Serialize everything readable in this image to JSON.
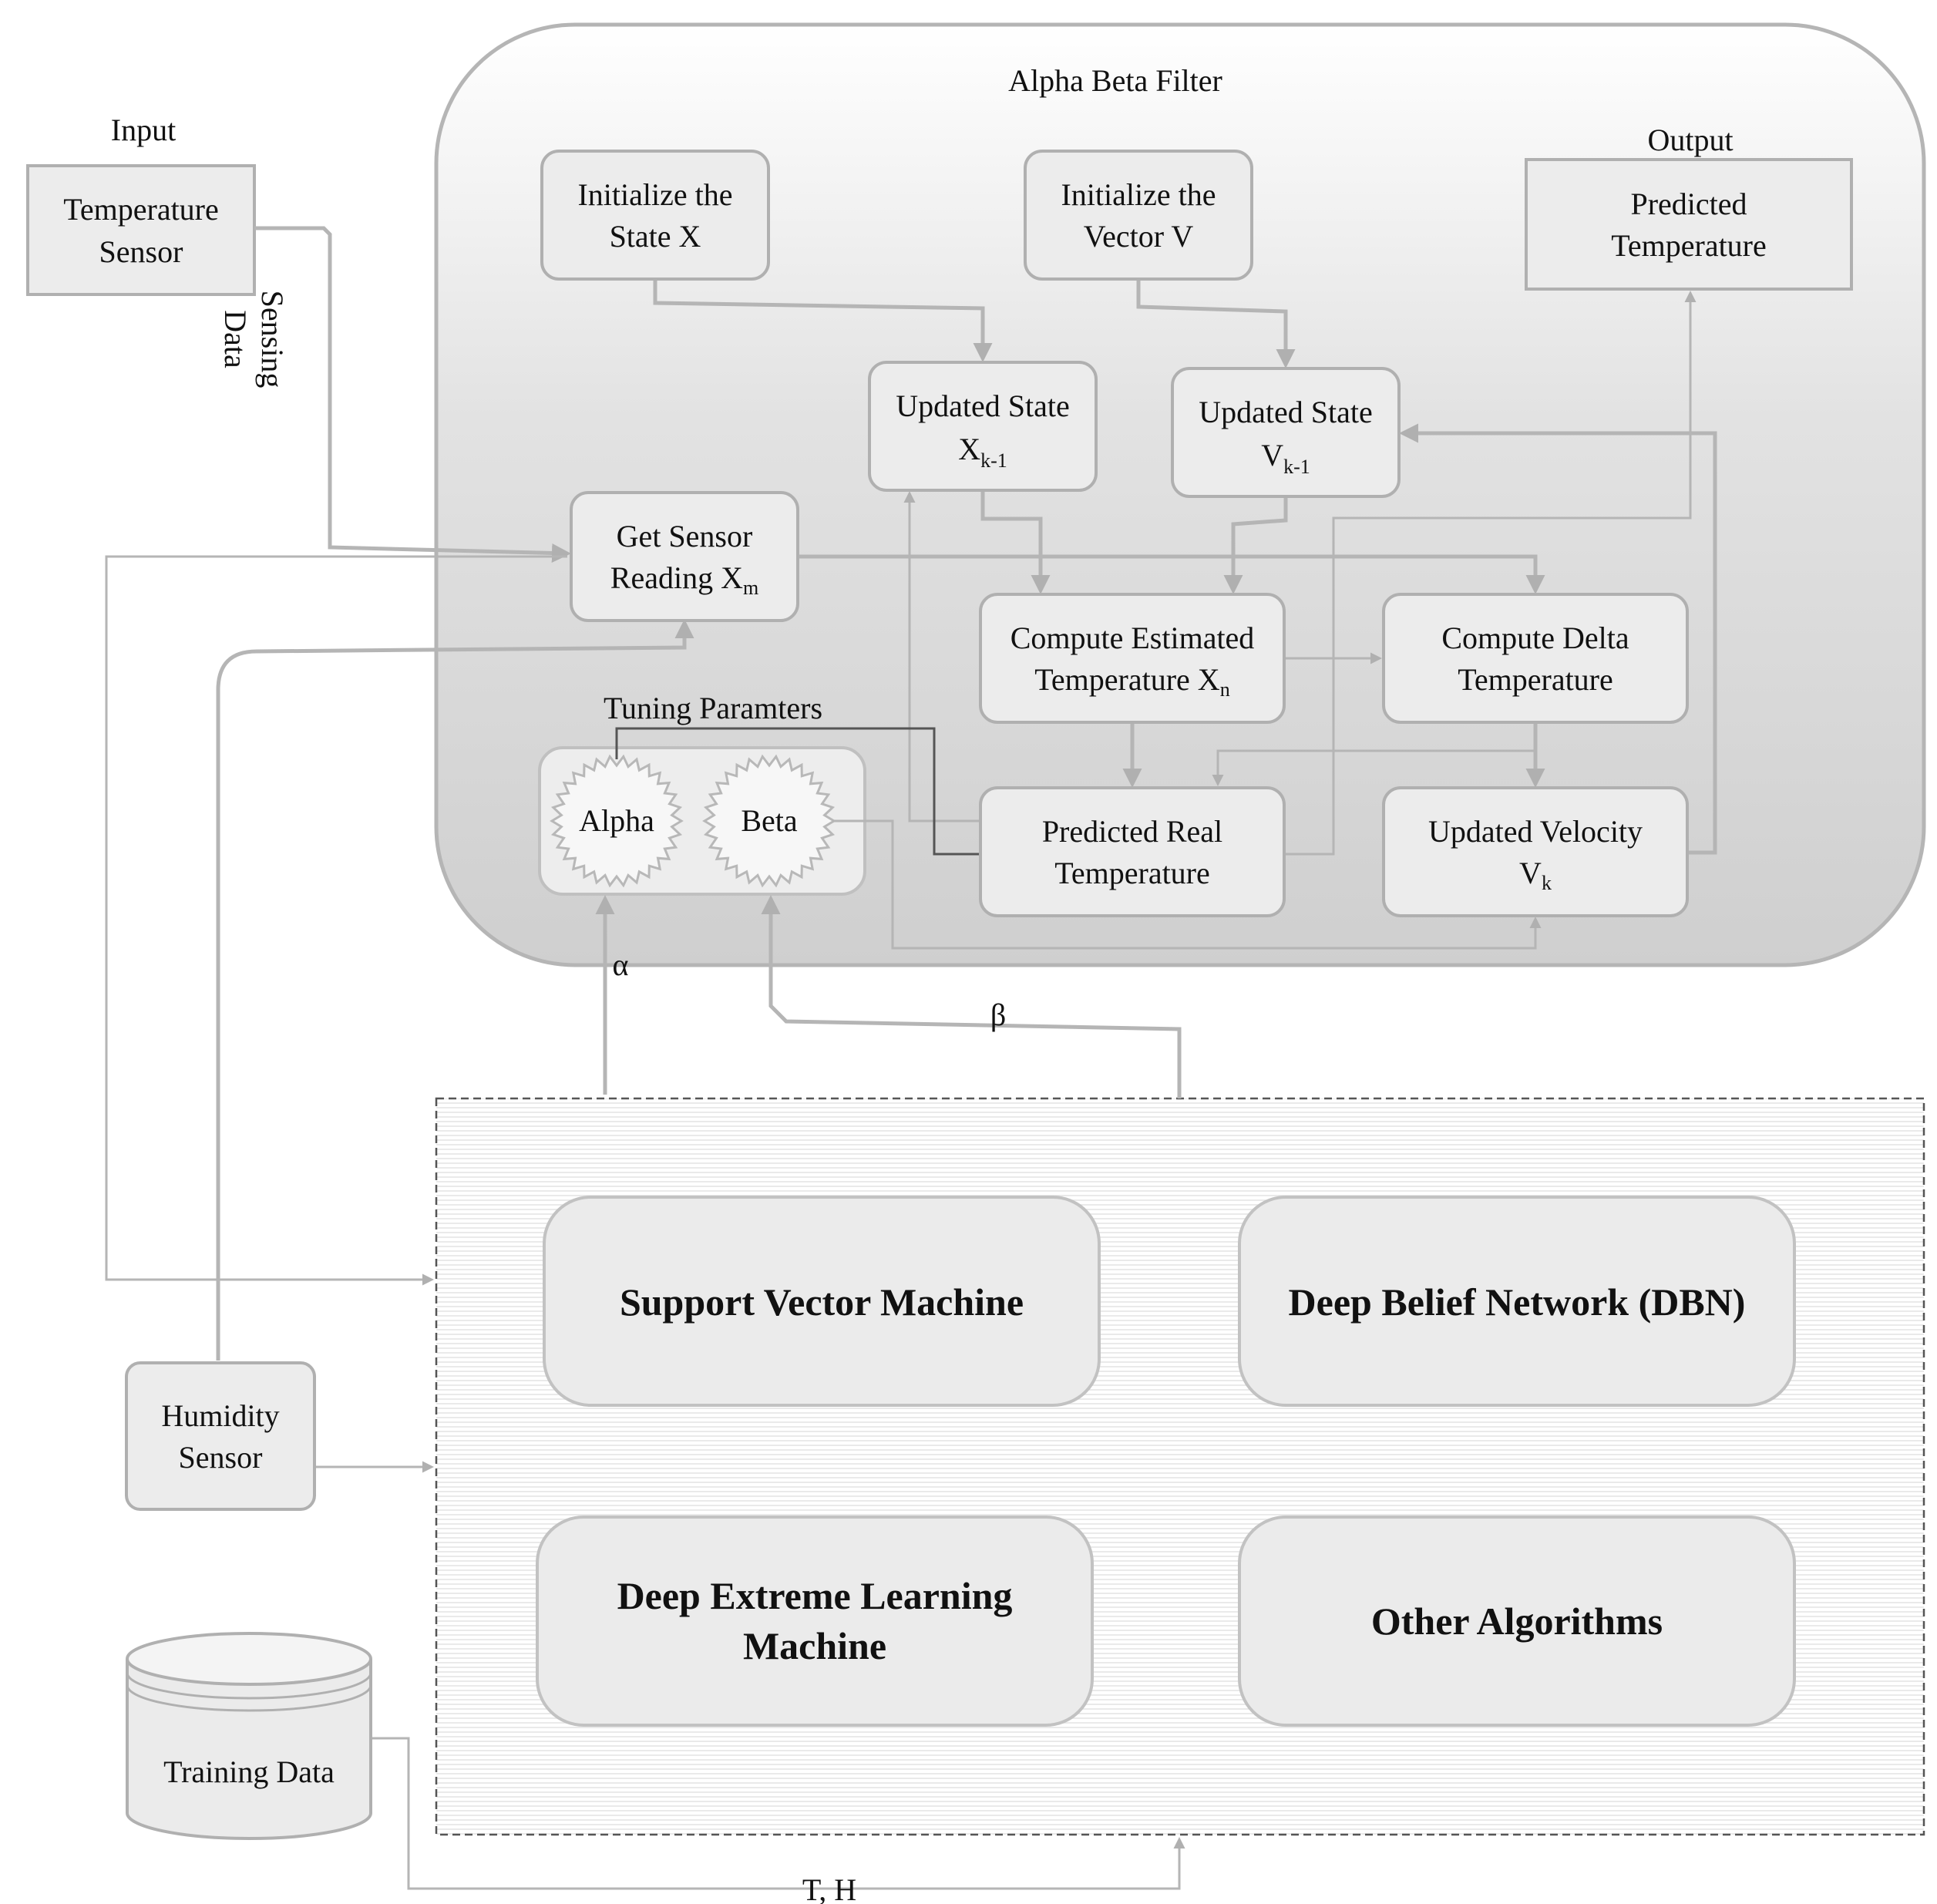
{
  "filter": {
    "title": "Alpha Beta Filter"
  },
  "input": {
    "heading": "Input",
    "sensor_line1": "Temperature",
    "sensor_line2": "Sensor",
    "sensing_label_line1": "Sensing",
    "sensing_label_line2": "Data"
  },
  "output": {
    "heading": "Output",
    "line1": "Predicted",
    "line2": "Temperature"
  },
  "nodes": {
    "init_state": {
      "line1": "Initialize the",
      "line2": "State X"
    },
    "init_vector": {
      "line1": "Initialize the",
      "line2": "Vector V"
    },
    "updated_state_x": {
      "line1": "Updated State",
      "line2": "X",
      "sub": "k-1"
    },
    "updated_state_v": {
      "line1": "Updated State",
      "line2": "V",
      "sub": "k-1"
    },
    "get_reading": {
      "line1": "Get Sensor",
      "line2": "Reading X",
      "sub": "m"
    },
    "compute_estimated": {
      "line1": "Compute Estimated",
      "line2": "Temperature X",
      "sub": "n"
    },
    "compute_delta": {
      "line1": "Compute Delta",
      "line2": "Temperature"
    },
    "predicted_real": {
      "line1": "Predicted Real",
      "line2": "Temperature"
    },
    "updated_velocity": {
      "line1": "Updated Velocity",
      "line2": "V",
      "sub": "k"
    }
  },
  "tuning": {
    "label": "Tuning Paramters",
    "alpha": "Alpha",
    "beta": "Beta"
  },
  "symbols": {
    "alpha": "α",
    "beta": "β",
    "th": "T, H"
  },
  "algorithms": {
    "svm": "Support Vector Machine",
    "dbn": "Deep Belief  Network (DBN)",
    "delm_line1": "Deep Extreme Learning",
    "delm_line2": "Machine",
    "other": "Other Algorithms"
  },
  "humidity": {
    "line1": "Humidity",
    "line2": "Sensor"
  },
  "training": {
    "label": "Training Data"
  },
  "colors": {
    "box_fill": "#ececec",
    "box_stroke": "#b0b0b0",
    "connector": "#b5b5b5",
    "dark_connector": "#555555"
  }
}
